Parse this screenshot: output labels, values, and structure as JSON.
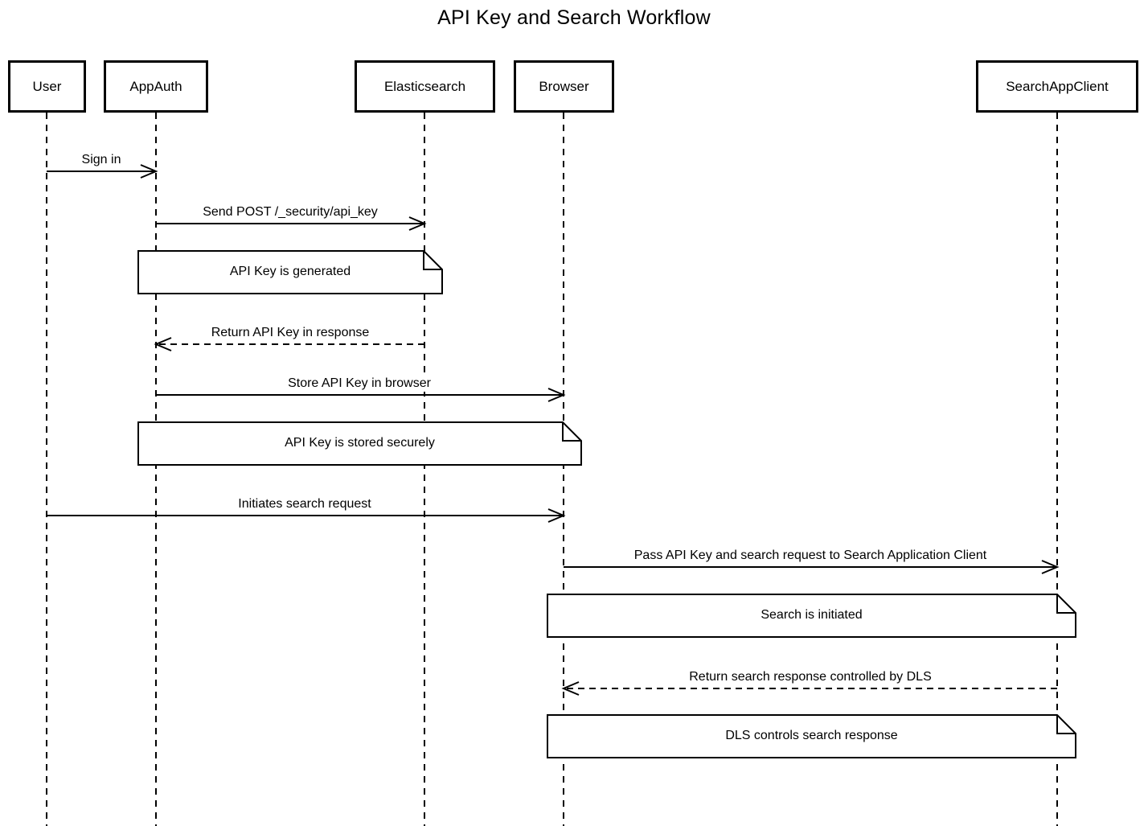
{
  "title": "API Key and Search Workflow",
  "actors": [
    {
      "name": "User"
    },
    {
      "name": "AppAuth"
    },
    {
      "name": "Elasticsearch"
    },
    {
      "name": "Browser"
    },
    {
      "name": "SearchAppClient"
    }
  ],
  "messages": [
    {
      "label": "Sign in",
      "from": "User",
      "to": "AppAuth",
      "line": "solid"
    },
    {
      "label": "Send POST /_security/api_key",
      "from": "AppAuth",
      "to": "Elasticsearch",
      "line": "solid"
    },
    {
      "label": "Return API Key in response",
      "from": "Elasticsearch",
      "to": "AppAuth",
      "line": "dashed"
    },
    {
      "label": "Store API Key in browser",
      "from": "AppAuth",
      "to": "Browser",
      "line": "solid"
    },
    {
      "label": "Initiates search request",
      "from": "User",
      "to": "Browser",
      "line": "solid"
    },
    {
      "label": "Pass API Key and search request to Search Application Client",
      "from": "Browser",
      "to": "SearchAppClient",
      "line": "solid"
    },
    {
      "label": "Return search response controlled by DLS",
      "from": "SearchAppClient",
      "to": "Browser",
      "line": "dashed"
    }
  ],
  "notes": [
    {
      "label": "API Key is generated",
      "span": "AppAuth to Elasticsearch"
    },
    {
      "label": "API Key is stored securely",
      "span": "AppAuth to Browser"
    },
    {
      "label": "Search is initiated",
      "span": "Browser to SearchAppClient"
    },
    {
      "label": "DLS controls search response",
      "span": "Browser to SearchAppClient"
    }
  ],
  "colors": {
    "stroke": "#000000",
    "background": "#ffffff",
    "note_fill": "#ffffff",
    "text": "#000000"
  }
}
